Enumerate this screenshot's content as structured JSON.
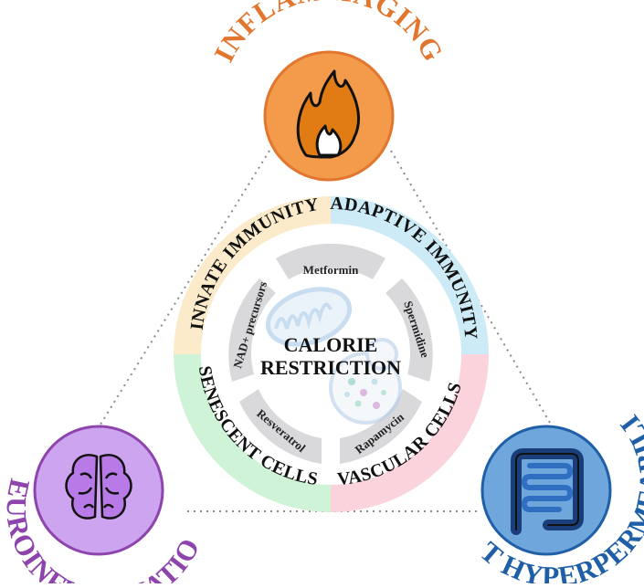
{
  "center": {
    "line1": "CALORIE",
    "line2": "RESTRICTION"
  },
  "corners": {
    "top": {
      "label": "INFLAMMAGING",
      "color": "#E2762F",
      "fill": "#F39A4B",
      "icon": "flame-icon"
    },
    "left": {
      "label": "NEUROINFLAMMATION",
      "color": "#8E44AD",
      "fill": "#CDA4F0",
      "icon": "brain-icon"
    },
    "right": {
      "label": "GUT HYPERPERMEABILITY",
      "color": "#1F5FA8",
      "fill": "#6FA7DD",
      "icon": "intestine-icon"
    }
  },
  "ring_segments": {
    "innate": {
      "label": "INNATE IMMUNITY",
      "color": "#FCEBCB"
    },
    "adaptive": {
      "label": "ADAPTIVE IMMUNITY",
      "color": "#CDEBF7"
    },
    "vascular": {
      "label": "VASCULAR CELLS",
      "color": "#FAD3DC"
    },
    "senescent": {
      "label": "SENESCENT CELLS",
      "color": "#CFF3D6"
    }
  },
  "interventions": {
    "metformin": "Metformin",
    "spermidine": "Spermidine",
    "rapamycin": "Rapamycin",
    "resveratrol": "Resveratrol",
    "nad": "NAD+ precursors"
  }
}
